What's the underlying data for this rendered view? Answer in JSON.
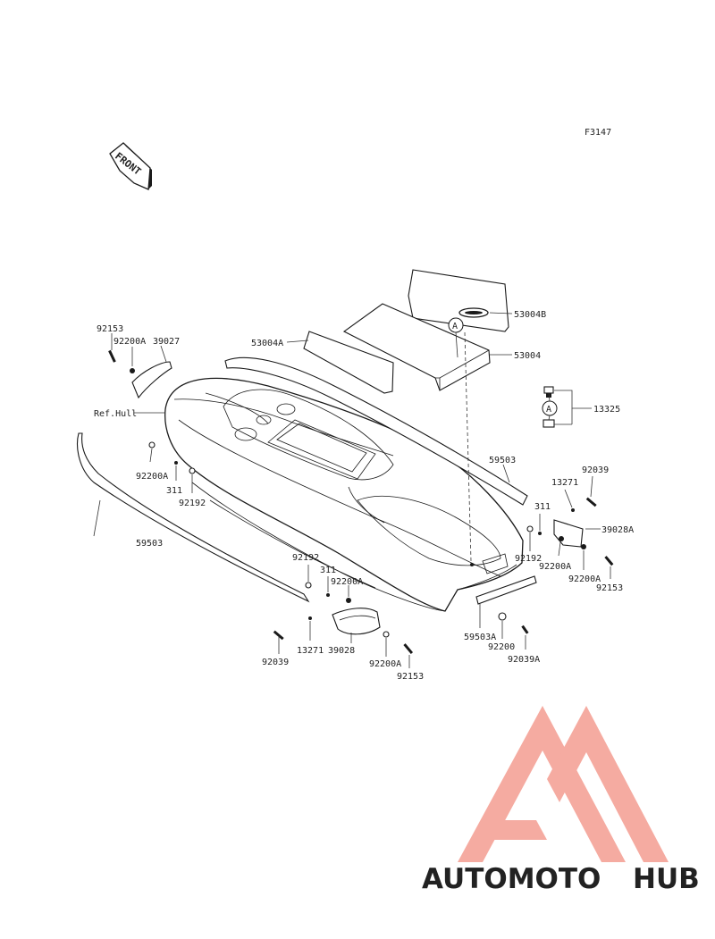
{
  "figure_code": "F3147",
  "front_arrow": {
    "label": "FRONT"
  },
  "hull_label": "Ref.Hull",
  "callout_letter": "A",
  "labels": {
    "l_92153_a": "92153",
    "l_92200A_a": "92200A",
    "l_39027": "39027",
    "l_53004A": "53004A",
    "l_53004B": "53004B",
    "l_53004": "53004",
    "l_13325": "13325",
    "l_92200A_b": "92200A",
    "l_311_a": "311",
    "l_92192_a": "92192",
    "l_59503_a": "59503",
    "l_59503_b": "59503",
    "l_13271_a": "13271",
    "l_92039_a": "92039",
    "l_39028A": "39028A",
    "l_311_b": "311",
    "l_92192_b": "92192",
    "l_92200A_c": "92200A",
    "l_92200A_d": "92200A",
    "l_92153_b": "92153",
    "l_92192_c": "92192",
    "l_311_c": "311",
    "l_92200A_e": "92200A",
    "l_92039_b": "92039",
    "l_13271_b": "13271",
    "l_39028": "39028",
    "l_92200A_f": "92200A",
    "l_92153_c": "92153",
    "l_59503A": "59503A",
    "l_92200": "92200",
    "l_92039A": "92039A"
  },
  "watermark": {
    "part1": "AUTOMOTO",
    "part2": "HUB",
    "color_light": "#f5a79c",
    "color_dark": "#8f8f8f"
  }
}
